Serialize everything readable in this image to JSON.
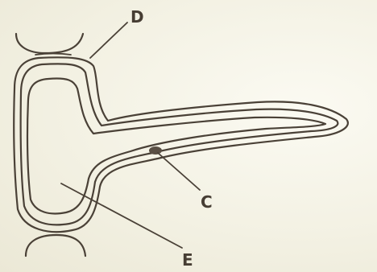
{
  "diagram": {
    "labels": {
      "d": "D",
      "c": "C",
      "e": "E"
    },
    "colors": {
      "background": "#f4f2e6",
      "line": "#4a4137"
    }
  }
}
